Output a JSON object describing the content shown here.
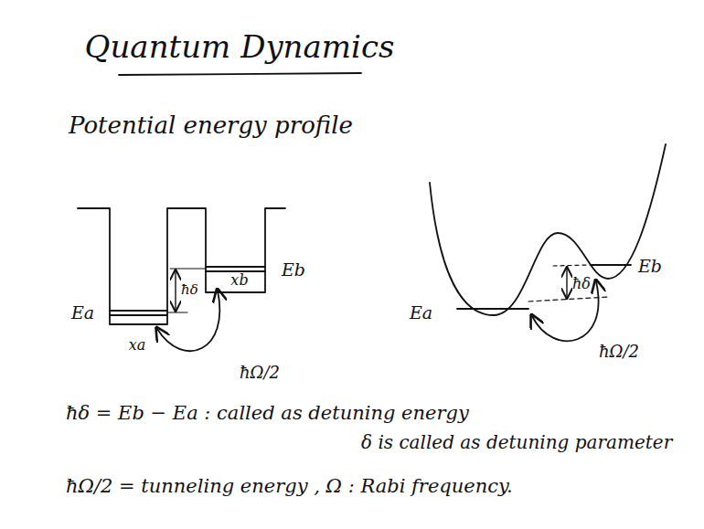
{
  "diagram": {
    "title": "Quantum Dynamics",
    "labels": [
      "Potential energy profile",
      "Eb",
      "ħδ",
      "Ea",
      "xa",
      "xb",
      "ħΩ/2",
      "ħδ",
      "Eb",
      "Ea",
      "ħΩ/2",
      "ħδ = Eb − Ea : called as detuning energy",
      "δ is called as detuning parameter",
      "ħΩ/2 = tunneling energy , Ω : Rabi frequency."
    ]
  }
}
